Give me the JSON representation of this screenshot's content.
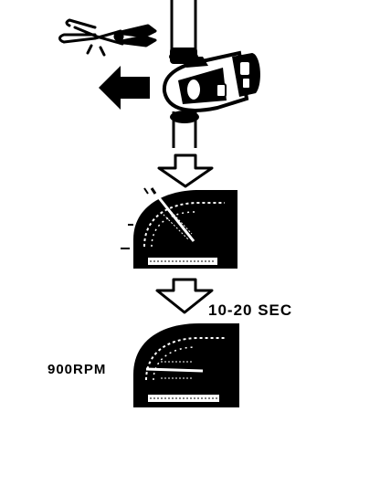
{
  "annotations": {
    "time": "10-20 SEC",
    "rpm": "900RPM"
  },
  "parts": {
    "connector": "fuel-pump-connector",
    "pliers": "pliers-icon",
    "direction": "arrow-left-icon"
  },
  "colors": {
    "ink": "#000000",
    "paper": "#ffffff"
  }
}
